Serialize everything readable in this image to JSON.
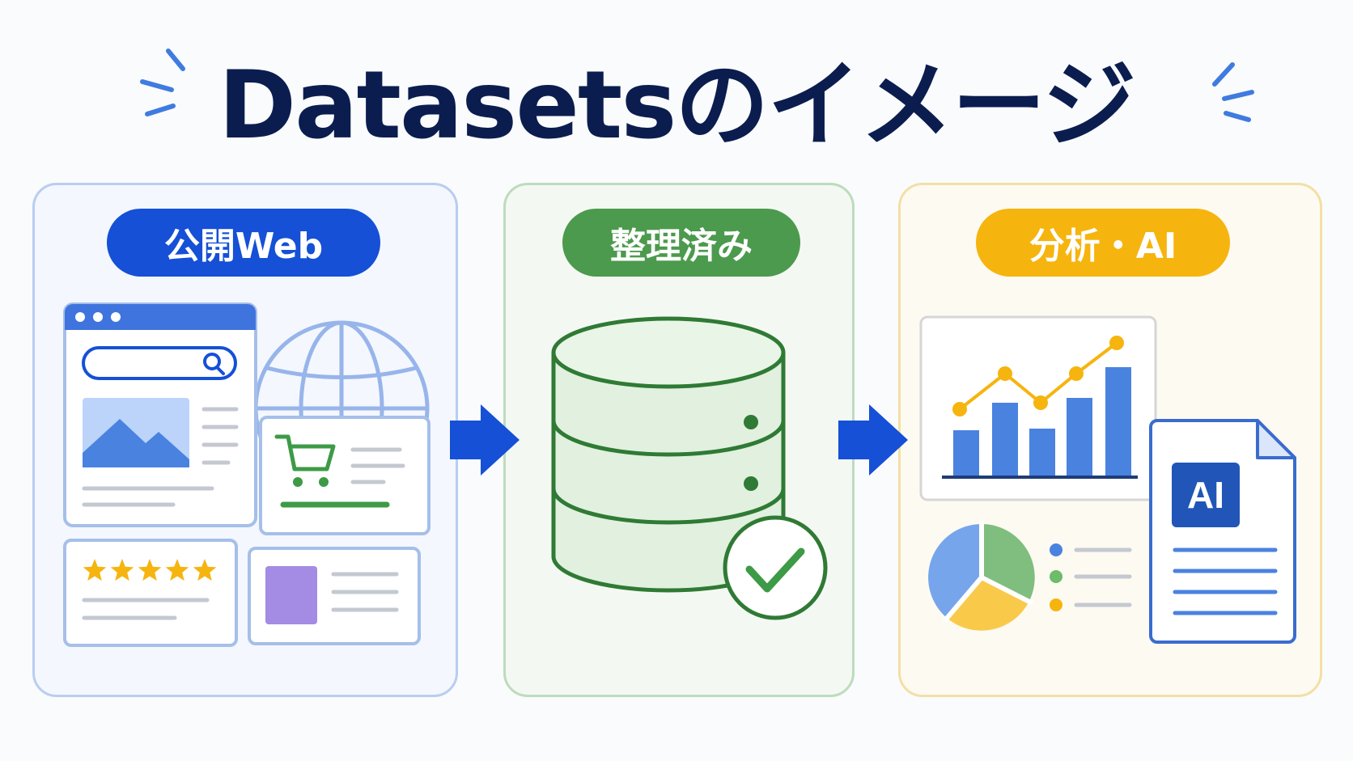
{
  "title": "Datasetsのイメージ",
  "panels": {
    "web": {
      "label": "公開Web",
      "color": "#1550d6"
    },
    "organized": {
      "label": "整理済み",
      "color": "#4c9a4d"
    },
    "analysis": {
      "label": "分析・AI",
      "color": "#f6b40f"
    }
  },
  "ai_badge": "AI",
  "stars": 5,
  "colors": {
    "title": "#0b1d4f",
    "blue": "#1550d6",
    "green": "#4c9a4d",
    "yellow": "#f6b40f",
    "purple": "#a48be3"
  }
}
